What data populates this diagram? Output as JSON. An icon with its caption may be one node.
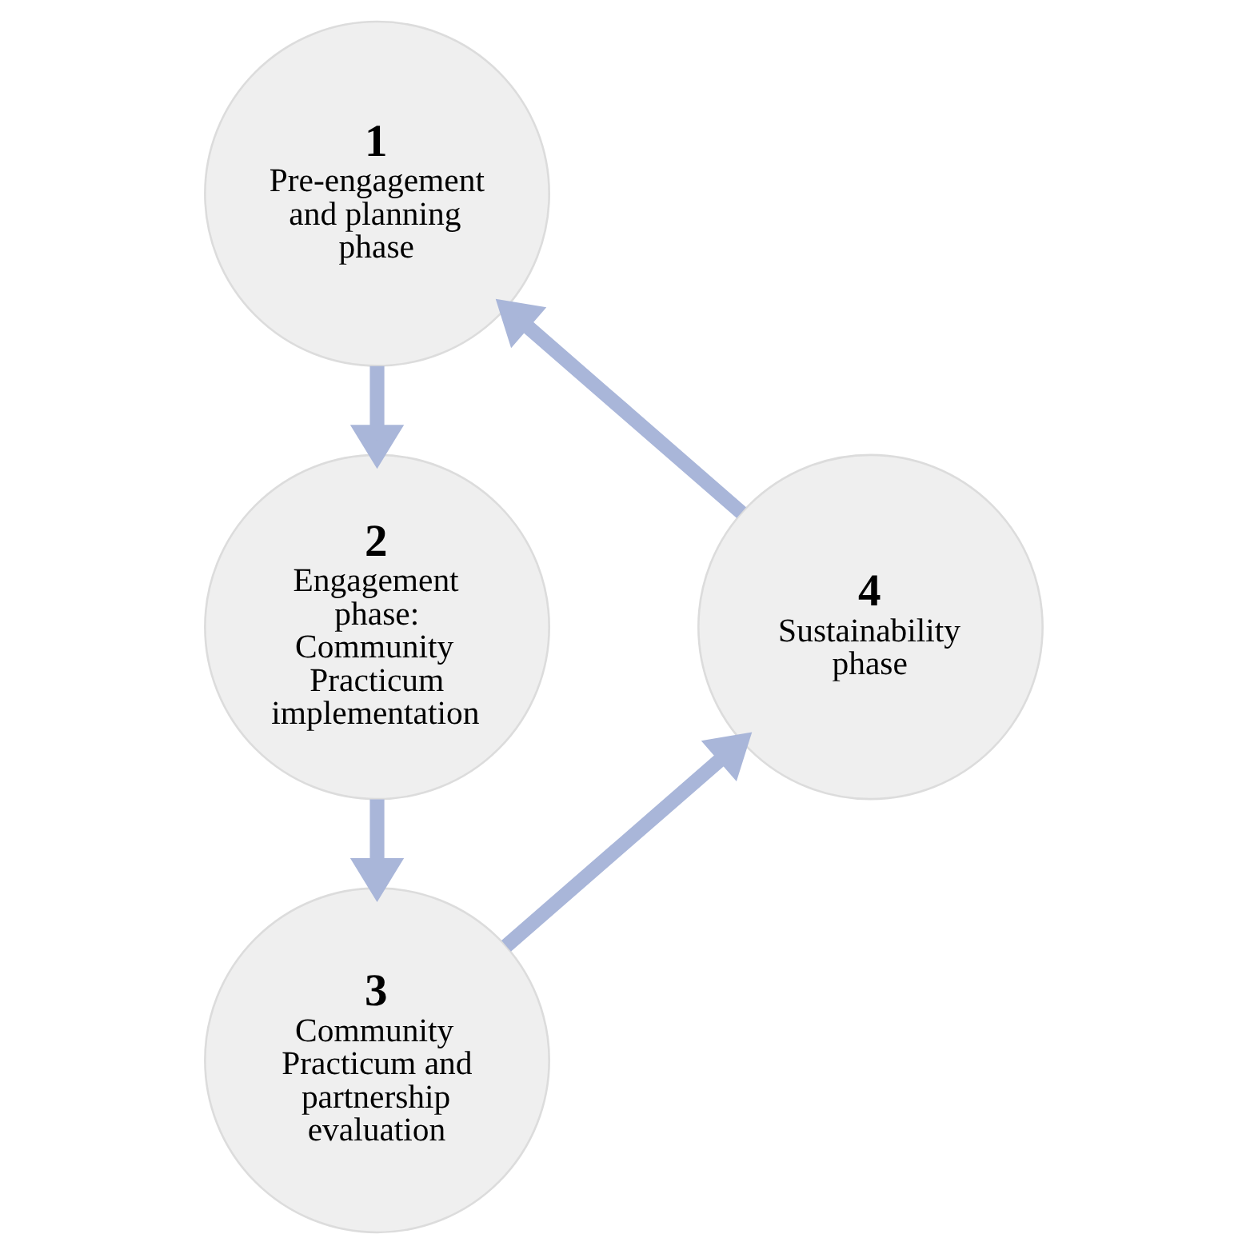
{
  "diagram": {
    "nodes": [
      {
        "text": [
          "1",
          "Pre-engagement and planning phase"
        ]
      },
      {
        "text": [
          "2",
          "Engagement phase: Community Practicum implementation"
        ]
      },
      {
        "text": [
          "3",
          "Community Practicum and partnership evaluation"
        ]
      },
      {
        "text": [
          "4",
          "Sustainability phase"
        ]
      }
    ],
    "edges": [
      {
        "from": 0,
        "to": 1,
        "arrow": "to"
      },
      {
        "from": 1,
        "to": 2,
        "arrow": "to"
      },
      {
        "from": 2,
        "to": 3,
        "arrow": "to"
      },
      {
        "from": 3,
        "to": 0,
        "arrow": "to"
      }
    ]
  }
}
